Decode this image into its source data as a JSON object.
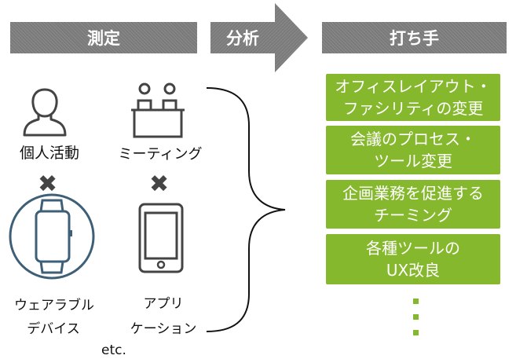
{
  "stages": {
    "measure": "測定",
    "analyze": "分析",
    "actions": "打ち手"
  },
  "sources": [
    {
      "label": "個人活動",
      "icon": "person-icon"
    },
    {
      "label": "ミーティング",
      "icon": "meeting-icon"
    }
  ],
  "devices": [
    {
      "label_line1": "ウェアラブル",
      "label_line2": "デバイス",
      "icon": "smartwatch-icon"
    },
    {
      "label_line1": "アプリ",
      "label_line2": "ケーション",
      "icon": "smartphone-icon"
    }
  ],
  "cross_symbol": "✖",
  "etc": "etc.",
  "measures": [
    {
      "line1": "オフィスレイアウト・",
      "line2": "ファシリティの変更"
    },
    {
      "line1": "会議のプロセス・",
      "line2": "ツール変更"
    },
    {
      "line1": "企画業務を促進する",
      "line2": "チーミング"
    },
    {
      "line1": "各種ツールの",
      "line2": "UX改良"
    }
  ],
  "colors": {
    "banner": "#808080",
    "accent_green": "#86b82e",
    "ring": "#3d5f78",
    "icon_stroke": "#444444"
  }
}
